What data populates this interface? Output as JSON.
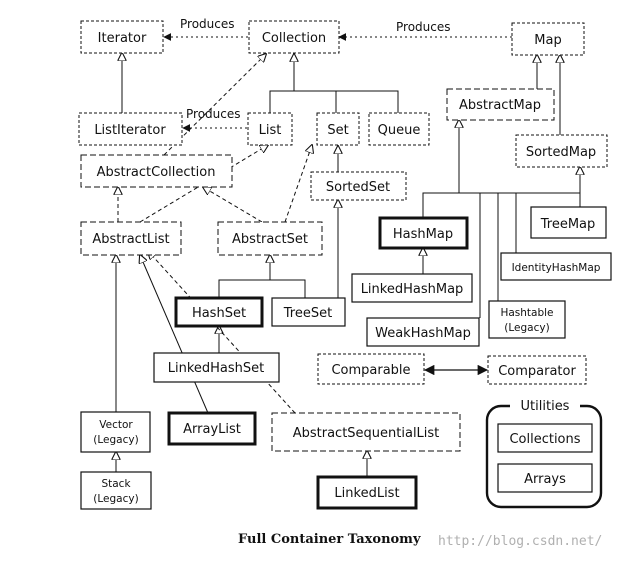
{
  "nodes": {
    "iterator": "Iterator",
    "collection": "Collection",
    "map": "Map",
    "list_iterator": "ListIterator",
    "list": "List",
    "set": "Set",
    "queue": "Queue",
    "abstract_map": "AbstractMap",
    "abstract_collection": "AbstractCollection",
    "sorted_set": "SortedSet",
    "sorted_map": "SortedMap",
    "abstract_list": "AbstractList",
    "abstract_set": "AbstractSet",
    "hash_map": "HashMap",
    "tree_map": "TreeMap",
    "linked_hash_map": "LinkedHashMap",
    "identity_hash_map": "IdentityHashMap",
    "hash_set": "HashSet",
    "tree_set": "TreeSet",
    "weak_hash_map": "WeakHashMap",
    "hashtable_line1": "Hashtable",
    "hashtable_line2": "(Legacy)",
    "linked_hash_set": "LinkedHashSet",
    "comparable": "Comparable",
    "comparator": "Comparator",
    "vector_line1": "Vector",
    "vector_line2": "(Legacy)",
    "array_list": "ArrayList",
    "abstract_sequential_list": "AbstractSequentialList",
    "stack_line1": "Stack",
    "stack_line2": "(Legacy)",
    "linked_list": "LinkedList"
  },
  "edges": {
    "produces_1": "Produces",
    "produces_2": "Produces",
    "produces_3": "Produces"
  },
  "utilities": {
    "title": "Utilities",
    "collections": "Collections",
    "arrays": "Arrays"
  },
  "caption": "Full Container Taxonomy",
  "watermark": "http://blog.csdn.net/"
}
